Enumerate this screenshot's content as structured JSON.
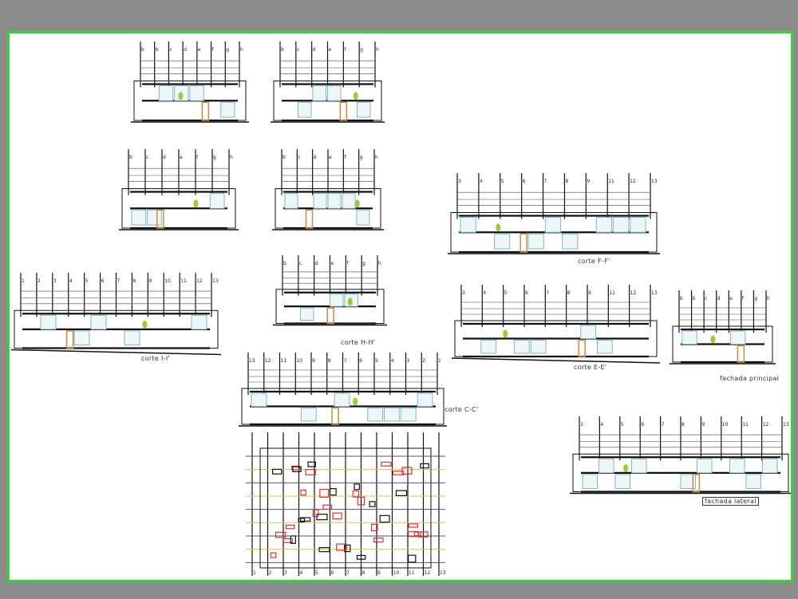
{
  "colors": {
    "background": "#8c8c8c",
    "sheet": "#ffffff",
    "sheet_border": "#3ccf3c",
    "line": "#111111",
    "glass": "#7fb8c8",
    "wood": "#d08a3a",
    "accent_red": "#e03030",
    "accent_yellow": "#e8c040",
    "plant": "#9acd32"
  },
  "drawings": [
    {
      "id": "section-1",
      "axes": [
        "b",
        "b",
        "c",
        "d",
        "e",
        "f",
        "g",
        "h"
      ]
    },
    {
      "id": "section-2",
      "axes": [
        "b",
        "c",
        "d",
        "e",
        "f",
        "g",
        "h"
      ]
    },
    {
      "id": "section-3",
      "axes": [
        "b",
        "c",
        "d",
        "e",
        "f",
        "g",
        "h"
      ]
    },
    {
      "id": "section-4",
      "axes": [
        "b",
        "c",
        "d",
        "e",
        "f",
        "g",
        "h"
      ]
    },
    {
      "id": "corte-f",
      "label": "corte F-F'",
      "axes": [
        "3",
        "4",
        "5",
        "6",
        "7",
        "8",
        "9",
        "11",
        "12",
        "13"
      ]
    },
    {
      "id": "corte-i",
      "label": "corte I-I'",
      "axes": [
        "1",
        "2",
        "3",
        "4",
        "5",
        "6",
        "7",
        "8",
        "9",
        "10",
        "11",
        "12",
        "13"
      ]
    },
    {
      "id": "corte-h",
      "label": "corte H-H'",
      "axes": [
        "b",
        "c",
        "d",
        "e",
        "f",
        "g",
        "h"
      ]
    },
    {
      "id": "corte-e",
      "label": "corte E-E'",
      "axes": [
        "3",
        "4",
        "5",
        "6",
        "7",
        "8",
        "9",
        "11",
        "12",
        "13"
      ]
    },
    {
      "id": "fachada-principal",
      "label": "fachada principal",
      "axes": [
        "b",
        "b",
        "c",
        "d",
        "e",
        "f",
        "g",
        "h"
      ]
    },
    {
      "id": "corte-c",
      "label": "corte C-C'",
      "axes": [
        "13",
        "12",
        "11",
        "10",
        "9",
        "8",
        "7",
        "6",
        "5",
        "4",
        "3",
        "2",
        "1"
      ]
    },
    {
      "id": "floor-plan",
      "axes": [
        "1",
        "2",
        "3",
        "4",
        "5",
        "6",
        "7",
        "8",
        "9",
        "10",
        "11",
        "12",
        "13"
      ]
    },
    {
      "id": "fachada-lateral",
      "label": "fachada lateral",
      "axes": [
        "3",
        "4",
        "5",
        "6",
        "7",
        "8",
        "9",
        "10",
        "11",
        "12",
        "13"
      ]
    }
  ]
}
